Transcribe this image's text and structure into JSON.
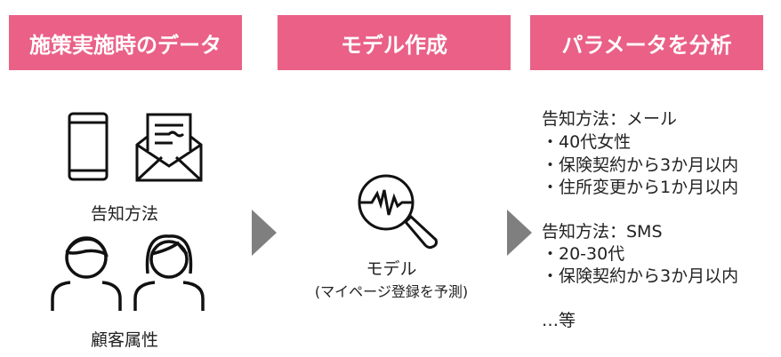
{
  "headers": [
    "施策実施時のデータ",
    "モデル作成",
    "パラメータを分析"
  ],
  "left": {
    "channel_label": "告知方法",
    "customer_label": "顧客属性"
  },
  "middle": {
    "model_label": "モデル",
    "model_sub": "(マイページ登録を予測)"
  },
  "right": {
    "lines": [
      "告知方法：メール",
      "・40代女性",
      "・保険契約から3か月以内",
      "・住所変更から1か月以内",
      "告知方法：SMS",
      "・20-30代",
      "・保険契約から3か月以内",
      "…等"
    ]
  },
  "colors": {
    "accent": "#EA6087",
    "arrow": "#7f7f7f"
  }
}
